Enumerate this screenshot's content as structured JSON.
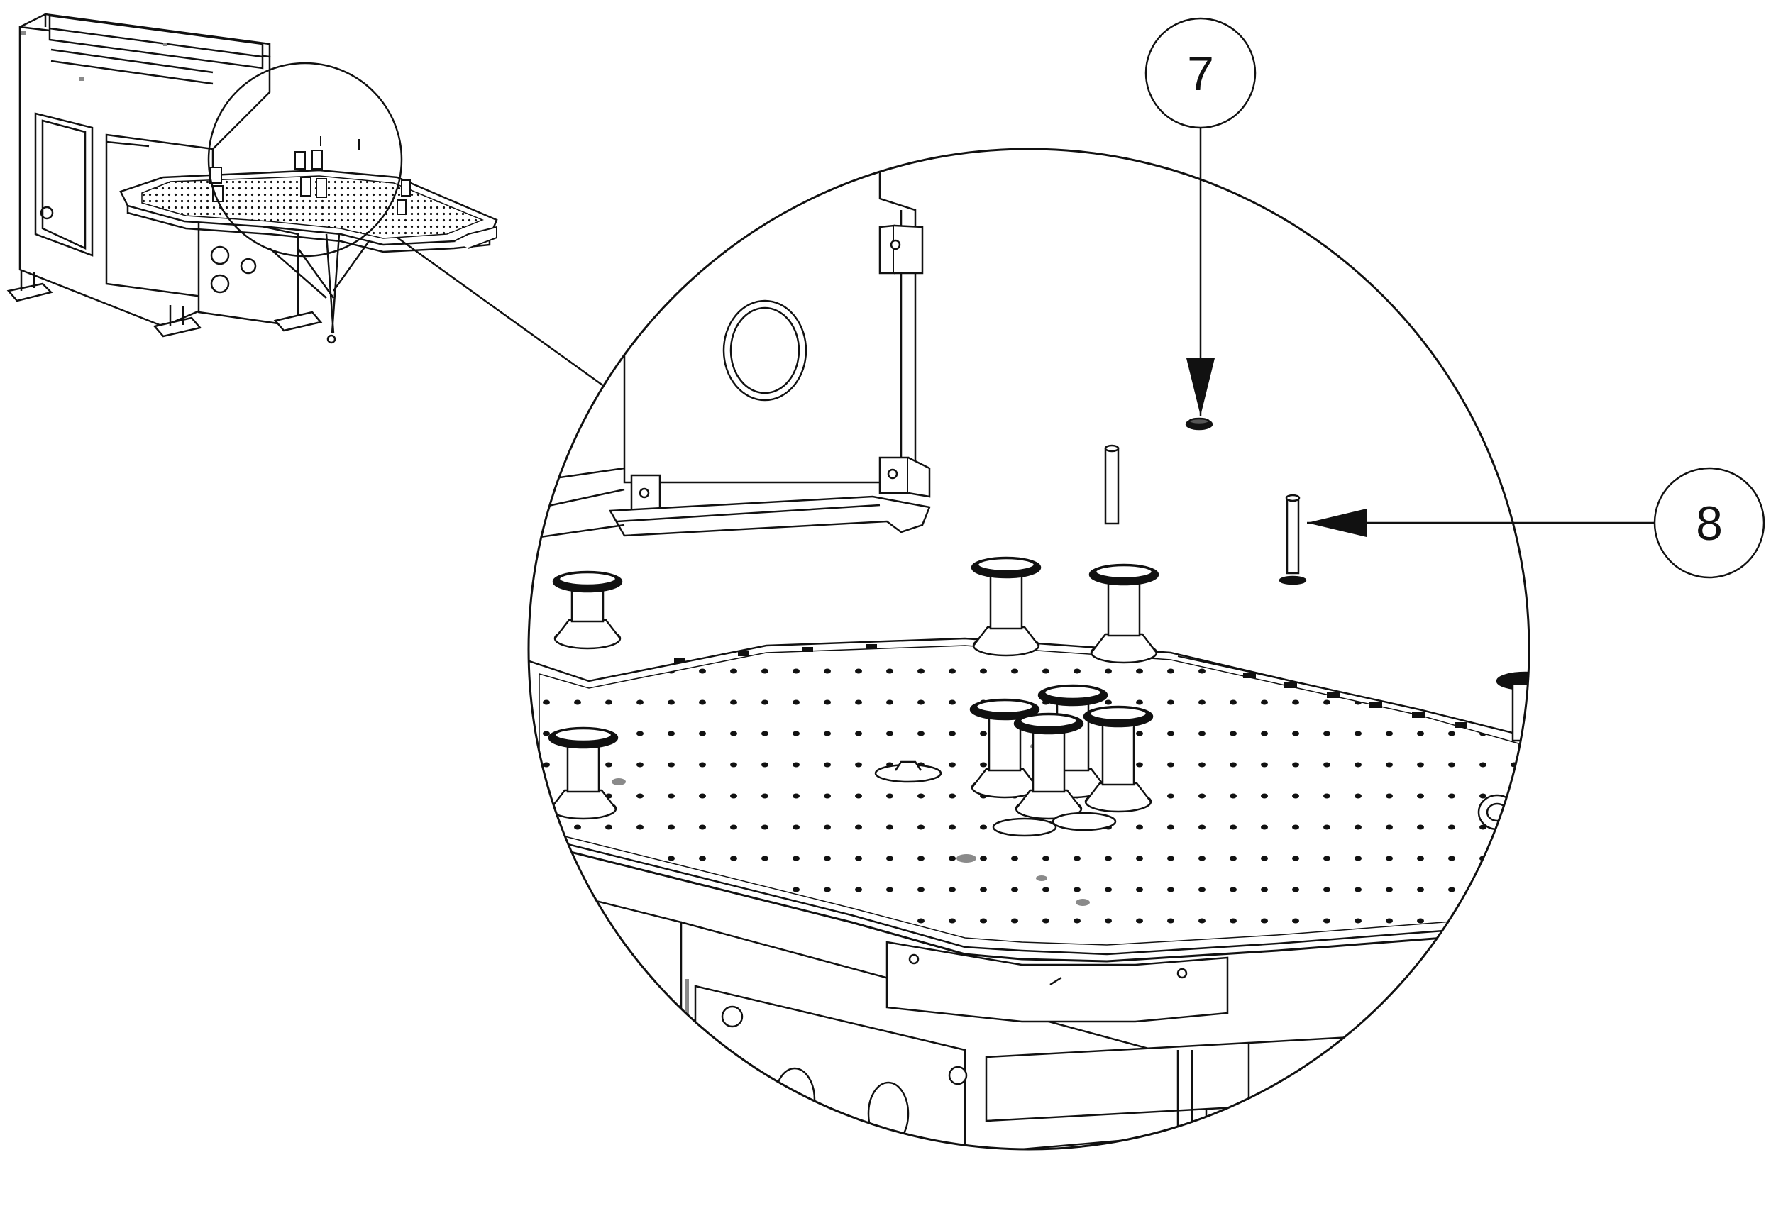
{
  "drawing": {
    "background_color": "#ffffff",
    "line_color": "#111111",
    "accent_gray": "#8a8a8a"
  },
  "callouts": [
    {
      "id": "callout-7",
      "label": "7",
      "part": "leveling-foot-pad"
    },
    {
      "id": "callout-8",
      "label": "8",
      "part": "leveling-screw"
    }
  ]
}
